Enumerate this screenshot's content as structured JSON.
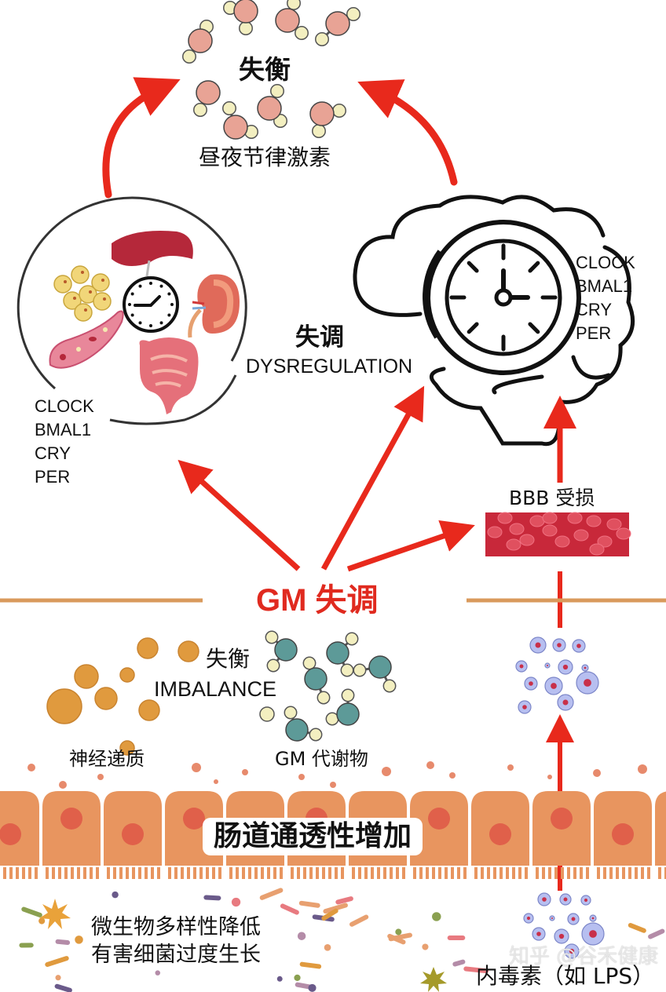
{
  "diagram": {
    "type": "gut-brain-circadian-axis",
    "top": {
      "imbalance_label": "失衡",
      "hormone_label": "昼夜节律激素"
    },
    "peripheral": {
      "organs": [
        "liver",
        "adipocytes",
        "kidney",
        "blood-vessel",
        "intestine"
      ],
      "genes": [
        "CLOCK",
        "BMAL1",
        "CRY",
        "PER"
      ]
    },
    "central": {
      "dysregulation_zh": "失调",
      "dysregulation_en": "DYSREGULATION",
      "genes": [
        "CLOCK",
        "BMAL1",
        "CRY",
        "PER"
      ]
    },
    "bbb": {
      "label": "BBB 受损"
    },
    "gm": {
      "title": "GM 失调",
      "imbalance_zh": "失衡",
      "imbalance_en": "IMBALANCE",
      "neurotransmitter_label": "神经递质",
      "metabolite_label": "GM 代谢物"
    },
    "gut": {
      "permeability_label": "肠道通透性增加",
      "microbiome_line1": "微生物多样性降低",
      "microbiome_line2": "有害细菌过度生长",
      "endotoxin_label": "内毒素（如 LPS）"
    },
    "watermark": "知乎 @谷禾健康",
    "colors": {
      "arrow": "#e8291c",
      "gm_title": "#e02a1f",
      "divider": "#d99a5c",
      "epithelium": "#e8955f",
      "nucleus": "#e0604a",
      "hormone_core": "#e8a395",
      "hormone_atom": "#f3efc0",
      "metabolite_core": "#5d9a98",
      "neurotransmitter": "#e09a3e",
      "bbb_vessel": "#c8283a",
      "lps": "#b7bff0"
    }
  }
}
